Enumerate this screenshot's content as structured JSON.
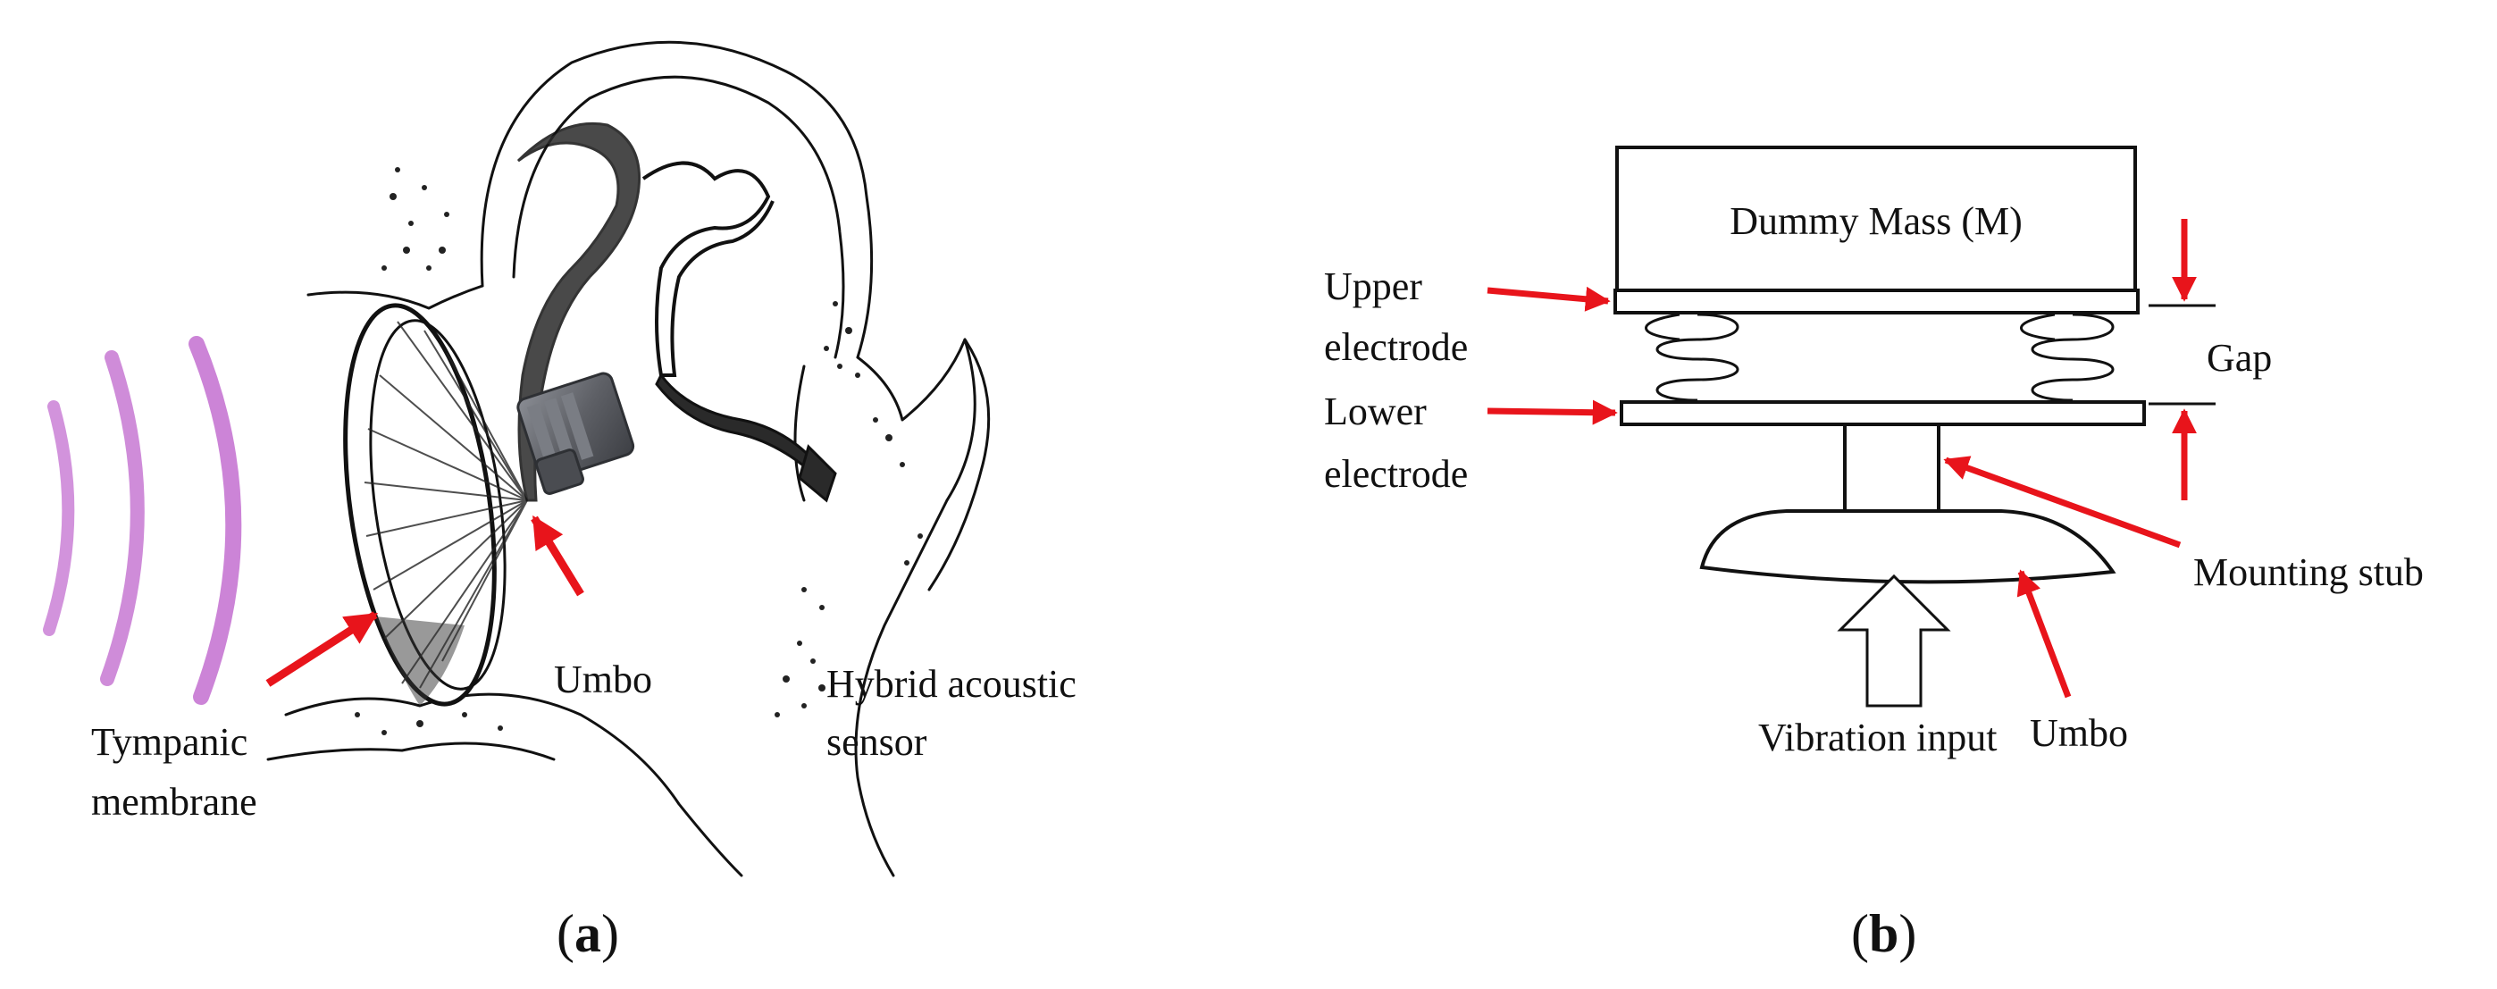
{
  "panel_a": {
    "labels": {
      "umbo": "Umbo",
      "hybrid_line1": "Hybrid acoustic",
      "hybrid_line2": "sensor",
      "tympanic_line1": "Tympanic",
      "tympanic_line2": "membrane"
    },
    "caption": {
      "open": "(",
      "letter": "a",
      "close": ")"
    }
  },
  "panel_b": {
    "labels": {
      "dummy_mass": "Dummy Mass (M)",
      "upper_line1": "Upper",
      "upper_line2": "electrode",
      "lower_line1": "Lower",
      "lower_line2": "electrode",
      "gap": "Gap",
      "mounting_stub": "Mounting stub",
      "vibration_input": "Vibration input",
      "umbo": "Umbo"
    },
    "caption": {
      "open": "(",
      "letter": "b",
      "close": ")"
    }
  },
  "colors": {
    "arrow": "#e8141b",
    "wave": "#c36fd0",
    "ink": "#111111",
    "sensor": "#5e6066"
  }
}
